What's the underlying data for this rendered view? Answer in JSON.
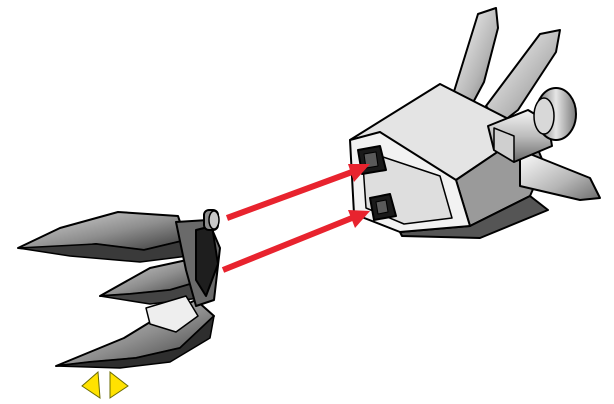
{
  "diagram": {
    "type": "assembly-instruction",
    "description_parts": [
      "claw-attachment",
      "spaceship-body"
    ],
    "arrows": {
      "count": 2,
      "color": "#e8232e"
    },
    "indicator": {
      "count": 2,
      "color": "#ffe200",
      "outline": "#6b6b00"
    },
    "colors": {
      "part_light": "#ececec",
      "part_mid": "#a9a9a9",
      "part_dark": "#5a5a5a",
      "part_darkest": "#1a1a1a",
      "outline": "#000000"
    }
  }
}
